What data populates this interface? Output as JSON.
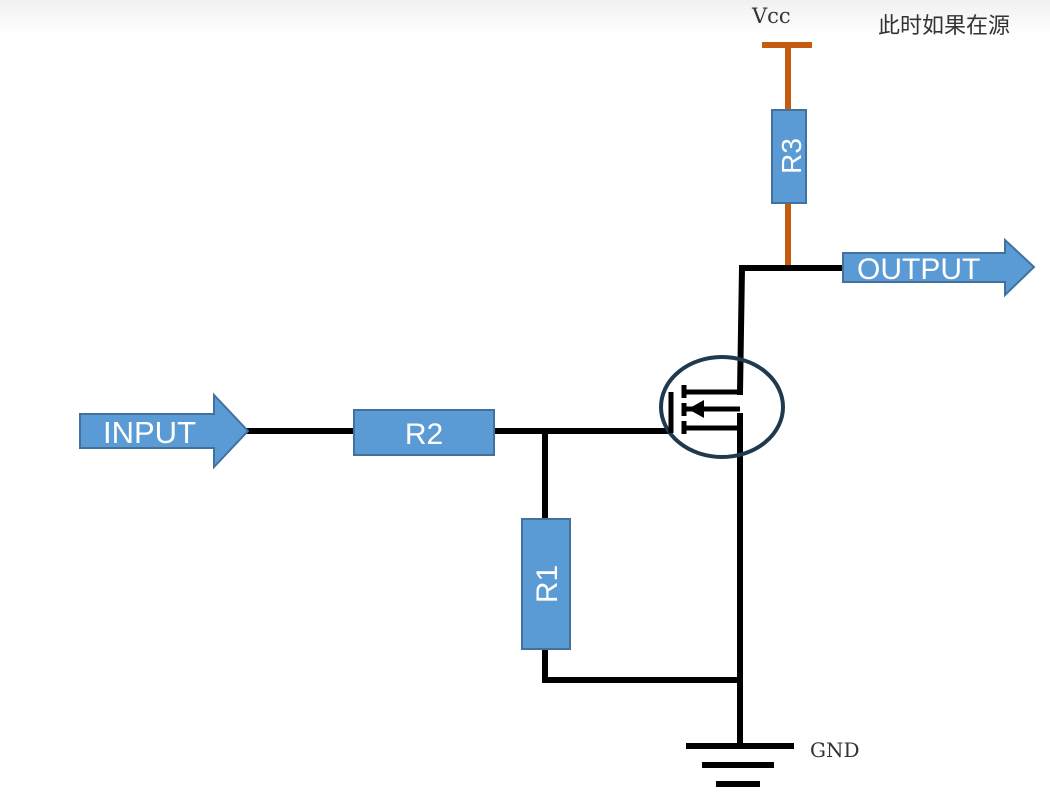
{
  "overlay": {
    "caption": "此时如果在源"
  },
  "power": {
    "vcc_label": "Vcc",
    "gnd_label": "GND"
  },
  "signals": {
    "input_label": "INPUT",
    "output_label": "OUTPUT"
  },
  "resistors": {
    "r1": "R1",
    "r2": "R2",
    "r3": "R3"
  },
  "colors": {
    "wire": "#000000",
    "vcc_rail": "#c55a11",
    "component_fill": "#5b9bd5",
    "component_stroke": "#41719c",
    "label_text": "#ffffff",
    "mosfet_circle": "#1f3a4f"
  }
}
